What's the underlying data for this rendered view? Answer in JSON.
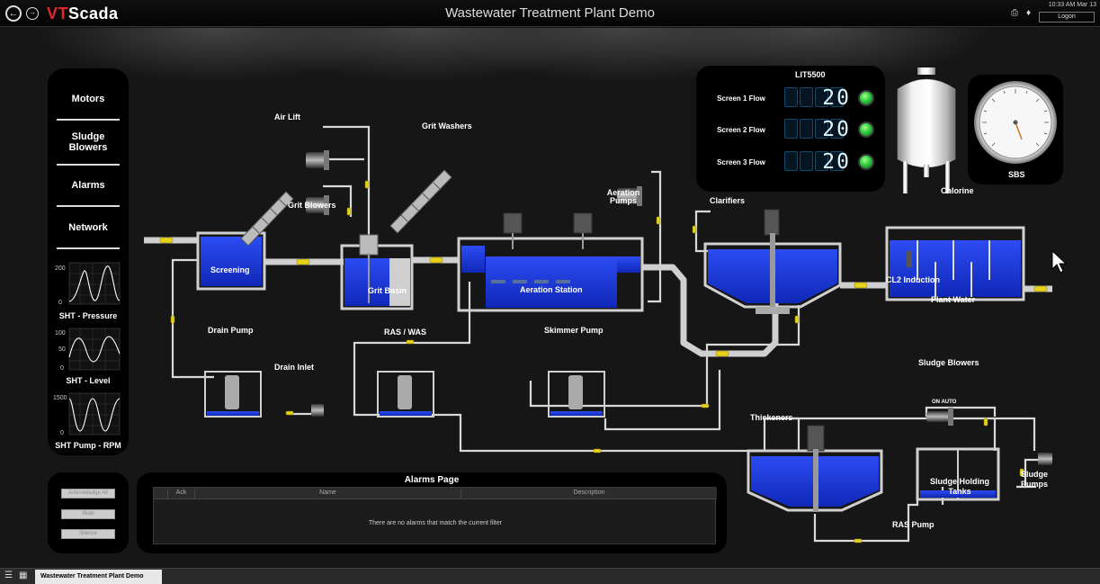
{
  "titlebar": {
    "logo_v": "VT",
    "logo_rest": "Scada",
    "title": "Wastewater Treatment Plant Demo",
    "clock": "10:33 AM  Mar 13",
    "logon": "Logon"
  },
  "sidebar": {
    "items": [
      {
        "label": "Motors"
      },
      {
        "label": "Sludge Blowers"
      },
      {
        "label": "Alarms"
      },
      {
        "label": "Network"
      }
    ],
    "trends": [
      {
        "label": "SHT - Pressure",
        "ymax": "200",
        "ymin": "0"
      },
      {
        "label": "SHT - Level",
        "ymax": "100",
        "ymid": "50",
        "ymin": "0"
      },
      {
        "label": "SHT Pump - RPM",
        "ymax": "1500",
        "ymin": "0"
      }
    ]
  },
  "alarm_controls": {
    "acknowledge": "Acknowledge All",
    "mute": "Mute",
    "silence": "Silence"
  },
  "alarms": {
    "title": "Alarms Page",
    "columns": [
      "Ack",
      "Name",
      "Description"
    ],
    "empty_message": "There are no alarms that match the current filter"
  },
  "flows": {
    "title": "LIT5500",
    "rows": [
      {
        "label": "Screen 1 Flow",
        "value": "20",
        "status": "ok"
      },
      {
        "label": "Screen 2 Flow",
        "value": "20",
        "status": "ok"
      },
      {
        "label": "Screen 3 Flow",
        "value": "20",
        "status": "ok"
      }
    ]
  },
  "gauge": {
    "label": "SBS"
  },
  "process": {
    "air_lift": "Air Lift",
    "grit_washers": "Grit Washers",
    "grit_blowers": "Grit Blowers",
    "aeration_pumps": "Aeration Pumps",
    "clarifiers": "Clarifiers",
    "chlorine": "Chlorine",
    "screening": "Screening",
    "grit_basin": "Grit Basin",
    "aeration_station": "Aeration Station",
    "cl2_induction": "CL2 Induction",
    "plant_water": "Plant Water",
    "drain_pump": "Drain Pump",
    "drain_inlet": "Drain Inlet",
    "ras_was": "RAS / WAS",
    "skimmer_pump": "Skimmer Pump",
    "sludge_blowers": "Sludge Blowers",
    "sludge_blower_state": "ON  AUTO",
    "thickeners": "Thickeners",
    "sludge_holding_tanks": "Sludge Holding Tanks",
    "sludge_pumps": "Sludge Pumps",
    "ras_pump": "RAS Pump"
  },
  "taskbar": {
    "tab": "Wastewater Treatment Plant Demo"
  },
  "colors": {
    "water": "#1f3ee6",
    "pipe": "#d9d9d9",
    "valve": "#e6d21a",
    "led_ok": "#2ecc40"
  }
}
